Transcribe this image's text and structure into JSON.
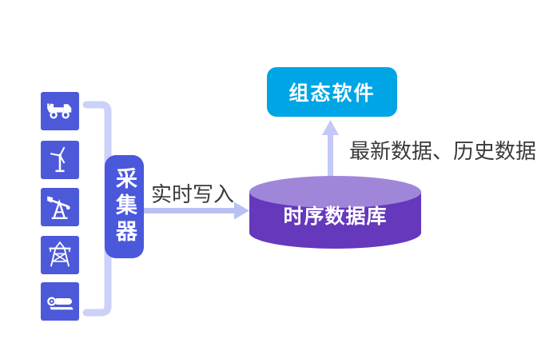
{
  "diagram": {
    "sources": {
      "icons": [
        {
          "name": "mining-truck-icon"
        },
        {
          "name": "wind-turbine-icon"
        },
        {
          "name": "oil-pumpjack-icon"
        },
        {
          "name": "power-tower-icon"
        },
        {
          "name": "conveyor-roller-icon"
        }
      ]
    },
    "collector": {
      "label": "采集器"
    },
    "flow": {
      "write_label": "实时写入",
      "read_label": "最新数据、历史数据"
    },
    "database": {
      "label": "时序数据库"
    },
    "software": {
      "label": "组态软件"
    },
    "colors": {
      "tile_blue": "#4c59d8",
      "collector_blue": "#4a58dc",
      "bracket_lavender": "#cbd1f8",
      "arrow_lavender": "#b9c1f4",
      "cylinder_body": "#6638bc",
      "cylinder_top": "#a086d8",
      "software_cyan": "#00a5e5",
      "text_dark": "#3a3a3a"
    }
  }
}
